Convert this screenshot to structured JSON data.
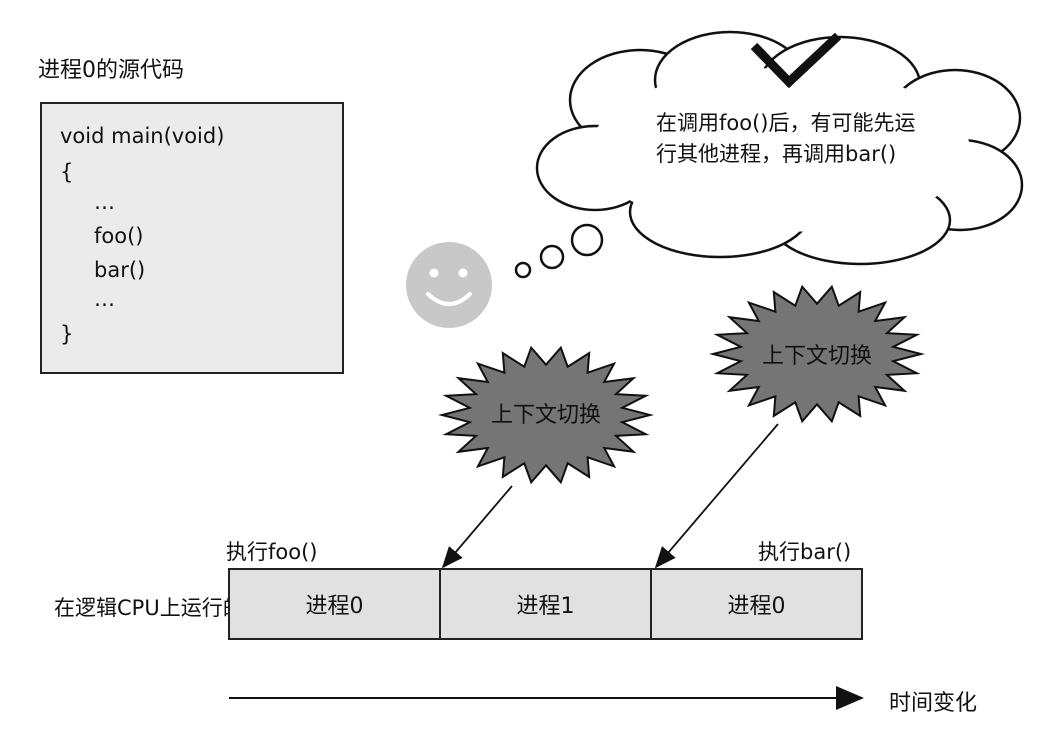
{
  "source_title": "进程0的源代码",
  "code_lines": [
    "void main(void)",
    "{",
    "…",
    "foo()",
    "bar()",
    "…",
    "}"
  ],
  "thought_text": "在调用foo()后，有可能先运行其他进程，再调用bar()",
  "bursts": [
    {
      "label": "上下文切换"
    },
    {
      "label": "上下文切换"
    }
  ],
  "exec_labels": {
    "left": "执行foo()",
    "right": "执行bar()"
  },
  "row_label": "在逻辑CPU上运行的进程",
  "segments": [
    "进程0",
    "进程1",
    "进程0"
  ],
  "time_label": "时间变化",
  "colors": {
    "box_fill": "#ebebeb",
    "segment_fill": "#e1e1e1",
    "burst_fill": "#757575",
    "smiley": "#c8c8c8"
  }
}
